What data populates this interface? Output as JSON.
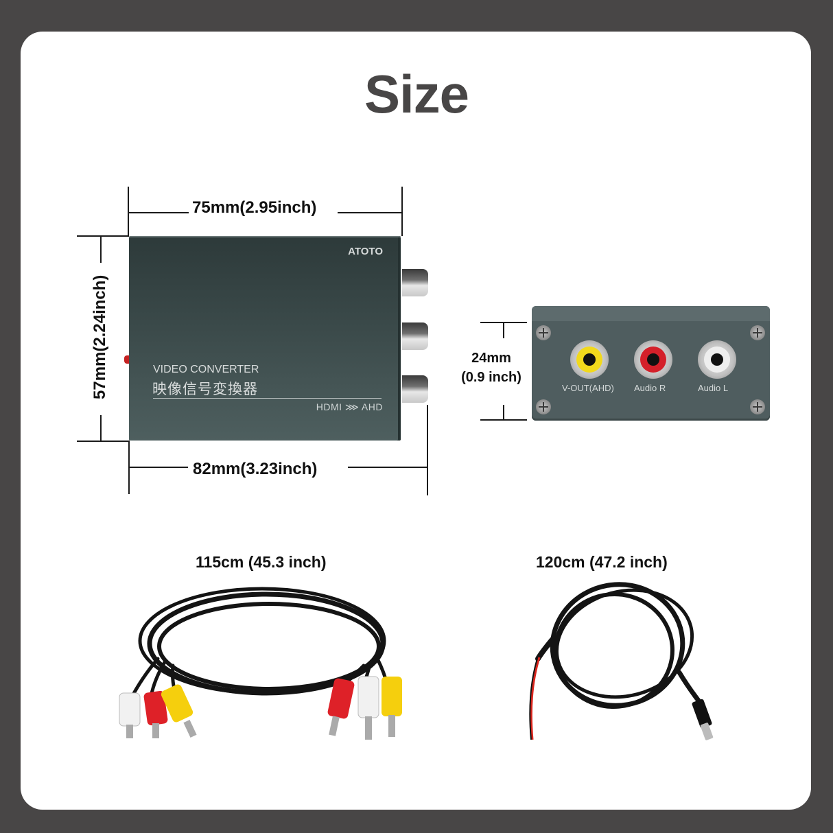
{
  "page": {
    "title": "Size",
    "colors": {
      "background": "#484646",
      "card": "#ffffff",
      "title": "#484646",
      "device_body": "#3b4a4a",
      "dimension_text": "#111111"
    }
  },
  "top_view": {
    "device": {
      "brand": "ATOTO",
      "label_en": "VIDEO CONVERTER",
      "label_cn": "映像信号変換器",
      "io_label": "HDMI ⋙ AHD"
    },
    "dimensions": {
      "width_top": "75mm(2.95inch)",
      "height_side": "57mm(2.24inch)",
      "width_bottom": "82mm(3.23inch)"
    }
  },
  "front_view": {
    "height_label_line1": "24mm",
    "height_label_line2": "(0.9 inch)",
    "jacks": [
      {
        "label": "V-OUT(AHD)",
        "color": "#f2d91c"
      },
      {
        "label": "Audio R",
        "color": "#d4202a"
      },
      {
        "label": "Audio L",
        "color": "#f0f0f0"
      }
    ]
  },
  "cables": [
    {
      "name": "rca-av-cable",
      "length": "115cm (45.3 inch)",
      "plug_colors": [
        "#f4f4f4",
        "#e0202a",
        "#f5d10f"
      ]
    },
    {
      "name": "usb-c-power-cable",
      "length": "120cm (47.2 inch)",
      "wire_colors": [
        "#d9251d",
        "#111111"
      ]
    }
  ]
}
